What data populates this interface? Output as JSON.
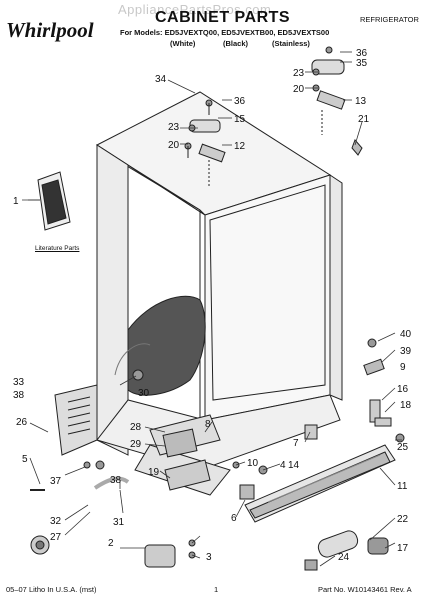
{
  "watermark": "AppliancePartsPros.com",
  "brand": "Whirlpool",
  "title": "CABINET PARTS",
  "category": "REFRIGERATOR",
  "models_line": "For Models: ED5JVEXTQ00, ED5JVEXTB00, ED5JVEXTS00",
  "variants": [
    "(White)",
    "(Black)",
    "(Stainless)"
  ],
  "literature_label": "Literature Parts",
  "footer": {
    "left": "05–07 Litho In U.S.A. (mst)",
    "center": "1",
    "right": "Part No. W10143461 Rev. A"
  },
  "callouts": [
    "1",
    "2",
    "3",
    "4",
    "5",
    "6",
    "7",
    "8",
    "9",
    "10",
    "11",
    "12",
    "13",
    "14",
    "15",
    "16",
    "17",
    "18",
    "19",
    "20",
    "20",
    "21",
    "22",
    "23",
    "23",
    "24",
    "25",
    "26",
    "27",
    "28",
    "29",
    "30",
    "31",
    "32",
    "33",
    "34",
    "35",
    "36",
    "36",
    "37",
    "38",
    "38",
    "39",
    "40"
  ]
}
